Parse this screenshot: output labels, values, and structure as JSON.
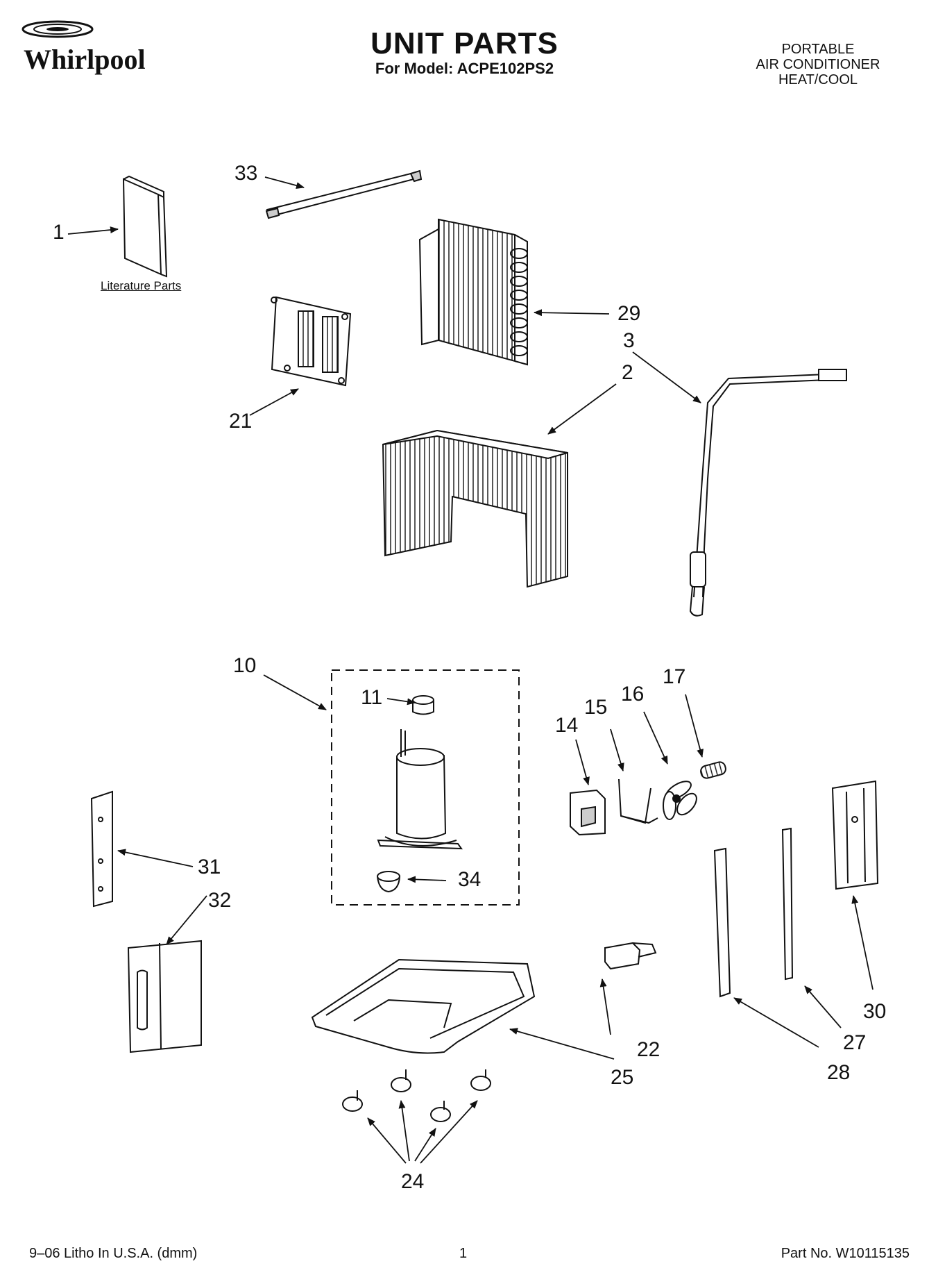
{
  "header": {
    "brand": "Whirlpool",
    "title": "UNIT PARTS",
    "subtitle": "For Model: ACPE102PS2",
    "product_lines": [
      "PORTABLE",
      "AIR CONDITIONER",
      "HEAT/COOL"
    ]
  },
  "literature_label": "Literature Parts",
  "callouts": {
    "c1": "1",
    "c2": "2",
    "c3": "3",
    "c10": "10",
    "c11": "11",
    "c14": "14",
    "c15": "15",
    "c16": "16",
    "c17": "17",
    "c21": "21",
    "c22": "22",
    "c24": "24",
    "c25": "25",
    "c27": "27",
    "c28": "28",
    "c29": "29",
    "c30": "30",
    "c31": "31",
    "c32": "32",
    "c33": "33",
    "c34": "34"
  },
  "footer": {
    "litho": "9–06 Litho In U.S.A. (dmm)",
    "page": "1",
    "part_no": "Part No. W10115135"
  }
}
